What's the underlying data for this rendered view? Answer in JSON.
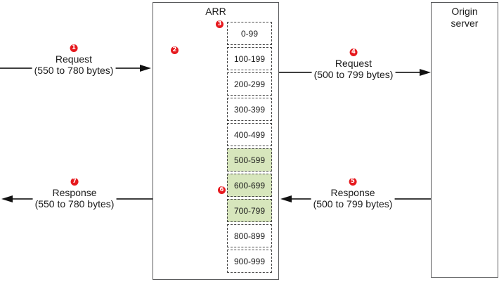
{
  "arr": {
    "title": "ARR"
  },
  "origin": {
    "title_line1": "Origin",
    "title_line2": "server"
  },
  "segments": [
    {
      "label": "0-99",
      "highlighted": false
    },
    {
      "label": "100-199",
      "highlighted": false
    },
    {
      "label": "200-299",
      "highlighted": false
    },
    {
      "label": "300-399",
      "highlighted": false
    },
    {
      "label": "400-499",
      "highlighted": false
    },
    {
      "label": "500-599",
      "highlighted": true
    },
    {
      "label": "600-699",
      "highlighted": true
    },
    {
      "label": "700-799",
      "highlighted": true
    },
    {
      "label": "800-899",
      "highlighted": false
    },
    {
      "label": "900-999",
      "highlighted": false
    }
  ],
  "arrows": {
    "request_in": {
      "number": "1",
      "label": "Request",
      "detail": "(550 to 780 bytes)"
    },
    "request_out": {
      "number": "4",
      "label": "Request",
      "detail": "(500 to 799 bytes)"
    },
    "response_in": {
      "number": "5",
      "label": "Response",
      "detail": "(500 to 799 bytes)"
    },
    "response_out": {
      "number": "7",
      "label": "Response",
      "detail": "(550 to 780 bytes)"
    }
  },
  "markers": {
    "arr_entry": "2",
    "segment_stack_top": "3",
    "cached_segments": "6"
  },
  "colors": {
    "highlight_green": "#d7e6bc",
    "marker_red": "#e6191e"
  }
}
